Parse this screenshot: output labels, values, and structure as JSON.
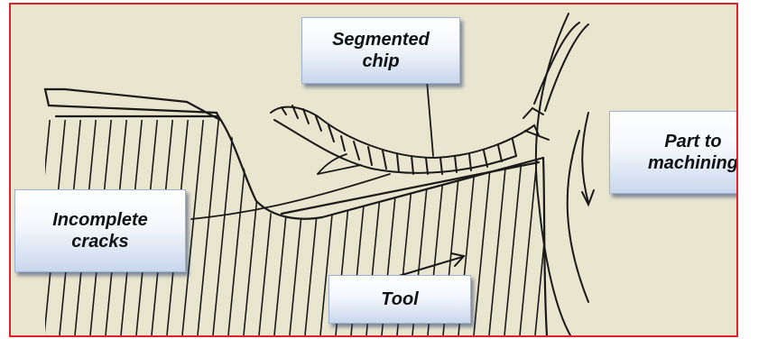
{
  "colors": {
    "frame_border": "#e0202a",
    "paper": "#e9e6cf",
    "ink": "#1a1a1a",
    "label_box_top": "#ffffff",
    "label_box_bottom": "#c9d7ec"
  },
  "labels": {
    "segmented_chip": "Segmented\nchip",
    "part_to_machining": "Part to\nmachining",
    "incomplete_cracks": "Incomplete\ncracks",
    "tool": "Tool"
  }
}
